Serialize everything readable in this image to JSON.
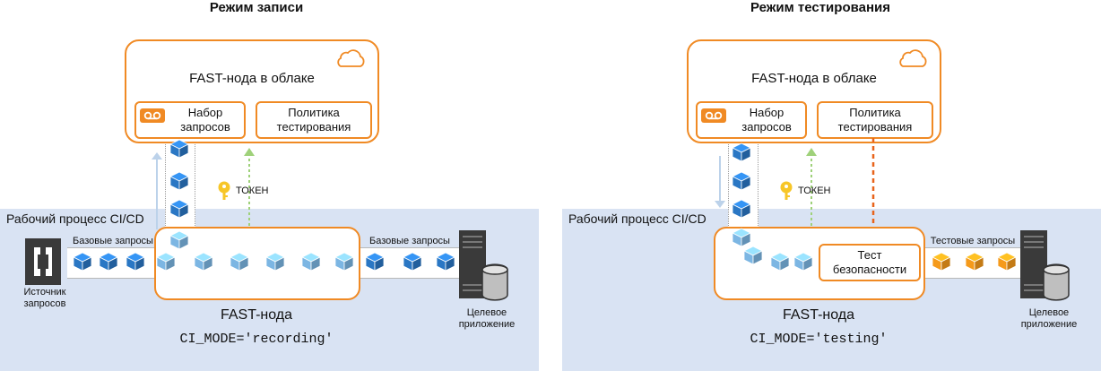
{
  "panels": [
    {
      "title": "Режим записи",
      "cloud_title": "FAST-нода в облаке",
      "request_set": "Набор запросов",
      "test_policy": "Политика тестирования",
      "token": "ТОКЕН",
      "cicd_label": "Рабочий процесс CI/CD",
      "left_flow_label": "Базовые запросы",
      "right_flow_label": "Базовые запросы",
      "source_label": "Источник запросов",
      "target_label": "Целевое приложение",
      "node_title": "FAST-нода",
      "ci_mode": "CI_MODE='recording'"
    },
    {
      "title": "Режим тестирования",
      "cloud_title": "FAST-нода в облаке",
      "request_set": "Набор запросов",
      "test_policy": "Политика тестирования",
      "token": "ТОКЕН",
      "cicd_label": "Рабочий процесс CI/CD",
      "right_flow_label": "Тестовые запросы",
      "security_test": "Тест безопасности",
      "target_label": "Целевое приложение",
      "node_title": "FAST-нода",
      "ci_mode": "CI_MODE='testing'"
    }
  ],
  "colors": {
    "orange": "#f08a24",
    "blue_cube": "#2a77c4",
    "light_blue_cube": "#7cb6e3",
    "orange_cube": "#f59a1b",
    "cicd_bg": "#d9e3f3",
    "token_green": "#9fd17a"
  },
  "icons": [
    "cloud-icon",
    "cassette-icon",
    "key-icon",
    "source-icon",
    "server-icon",
    "database-icon",
    "cube-icon"
  ]
}
